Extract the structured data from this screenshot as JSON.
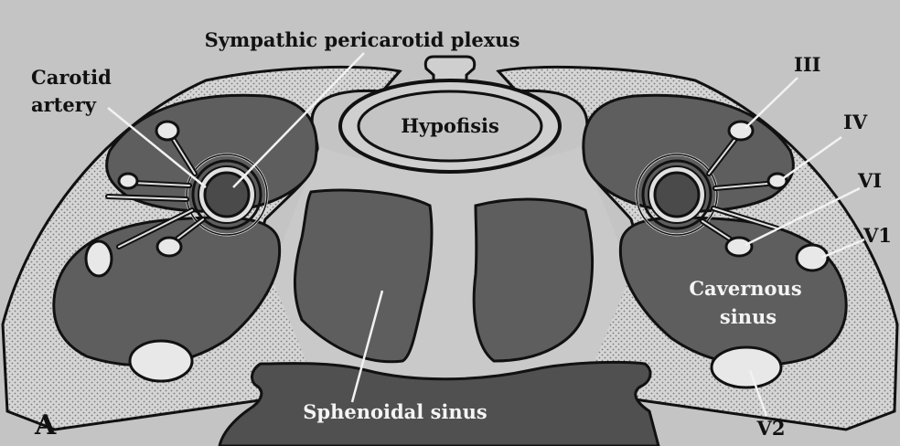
{
  "figure": {
    "panel_letter": "A",
    "labels": {
      "sympathic_plexus": "Sympathic pericarotid plexus",
      "carotid_line1": "Carotid",
      "carotid_line2": "artery",
      "hypofisis": "Hypofisis",
      "nerve_iii": "III",
      "nerve_iv": "IV",
      "nerve_vi": "VI",
      "nerve_v1": "V1",
      "cavernous_line1": "Cavernous",
      "cavernous_line2": "sinus",
      "nerve_v2": "V2",
      "sphenoidal": "Sphenoidal sinus"
    },
    "colors": {
      "background": "#c4c4c4",
      "dura": "#d5d5d5",
      "sinus_dark": "#5e5e5e",
      "bone_dark": "#505050",
      "nerve_light": "#e8e8e8",
      "outline": "#111111"
    }
  }
}
